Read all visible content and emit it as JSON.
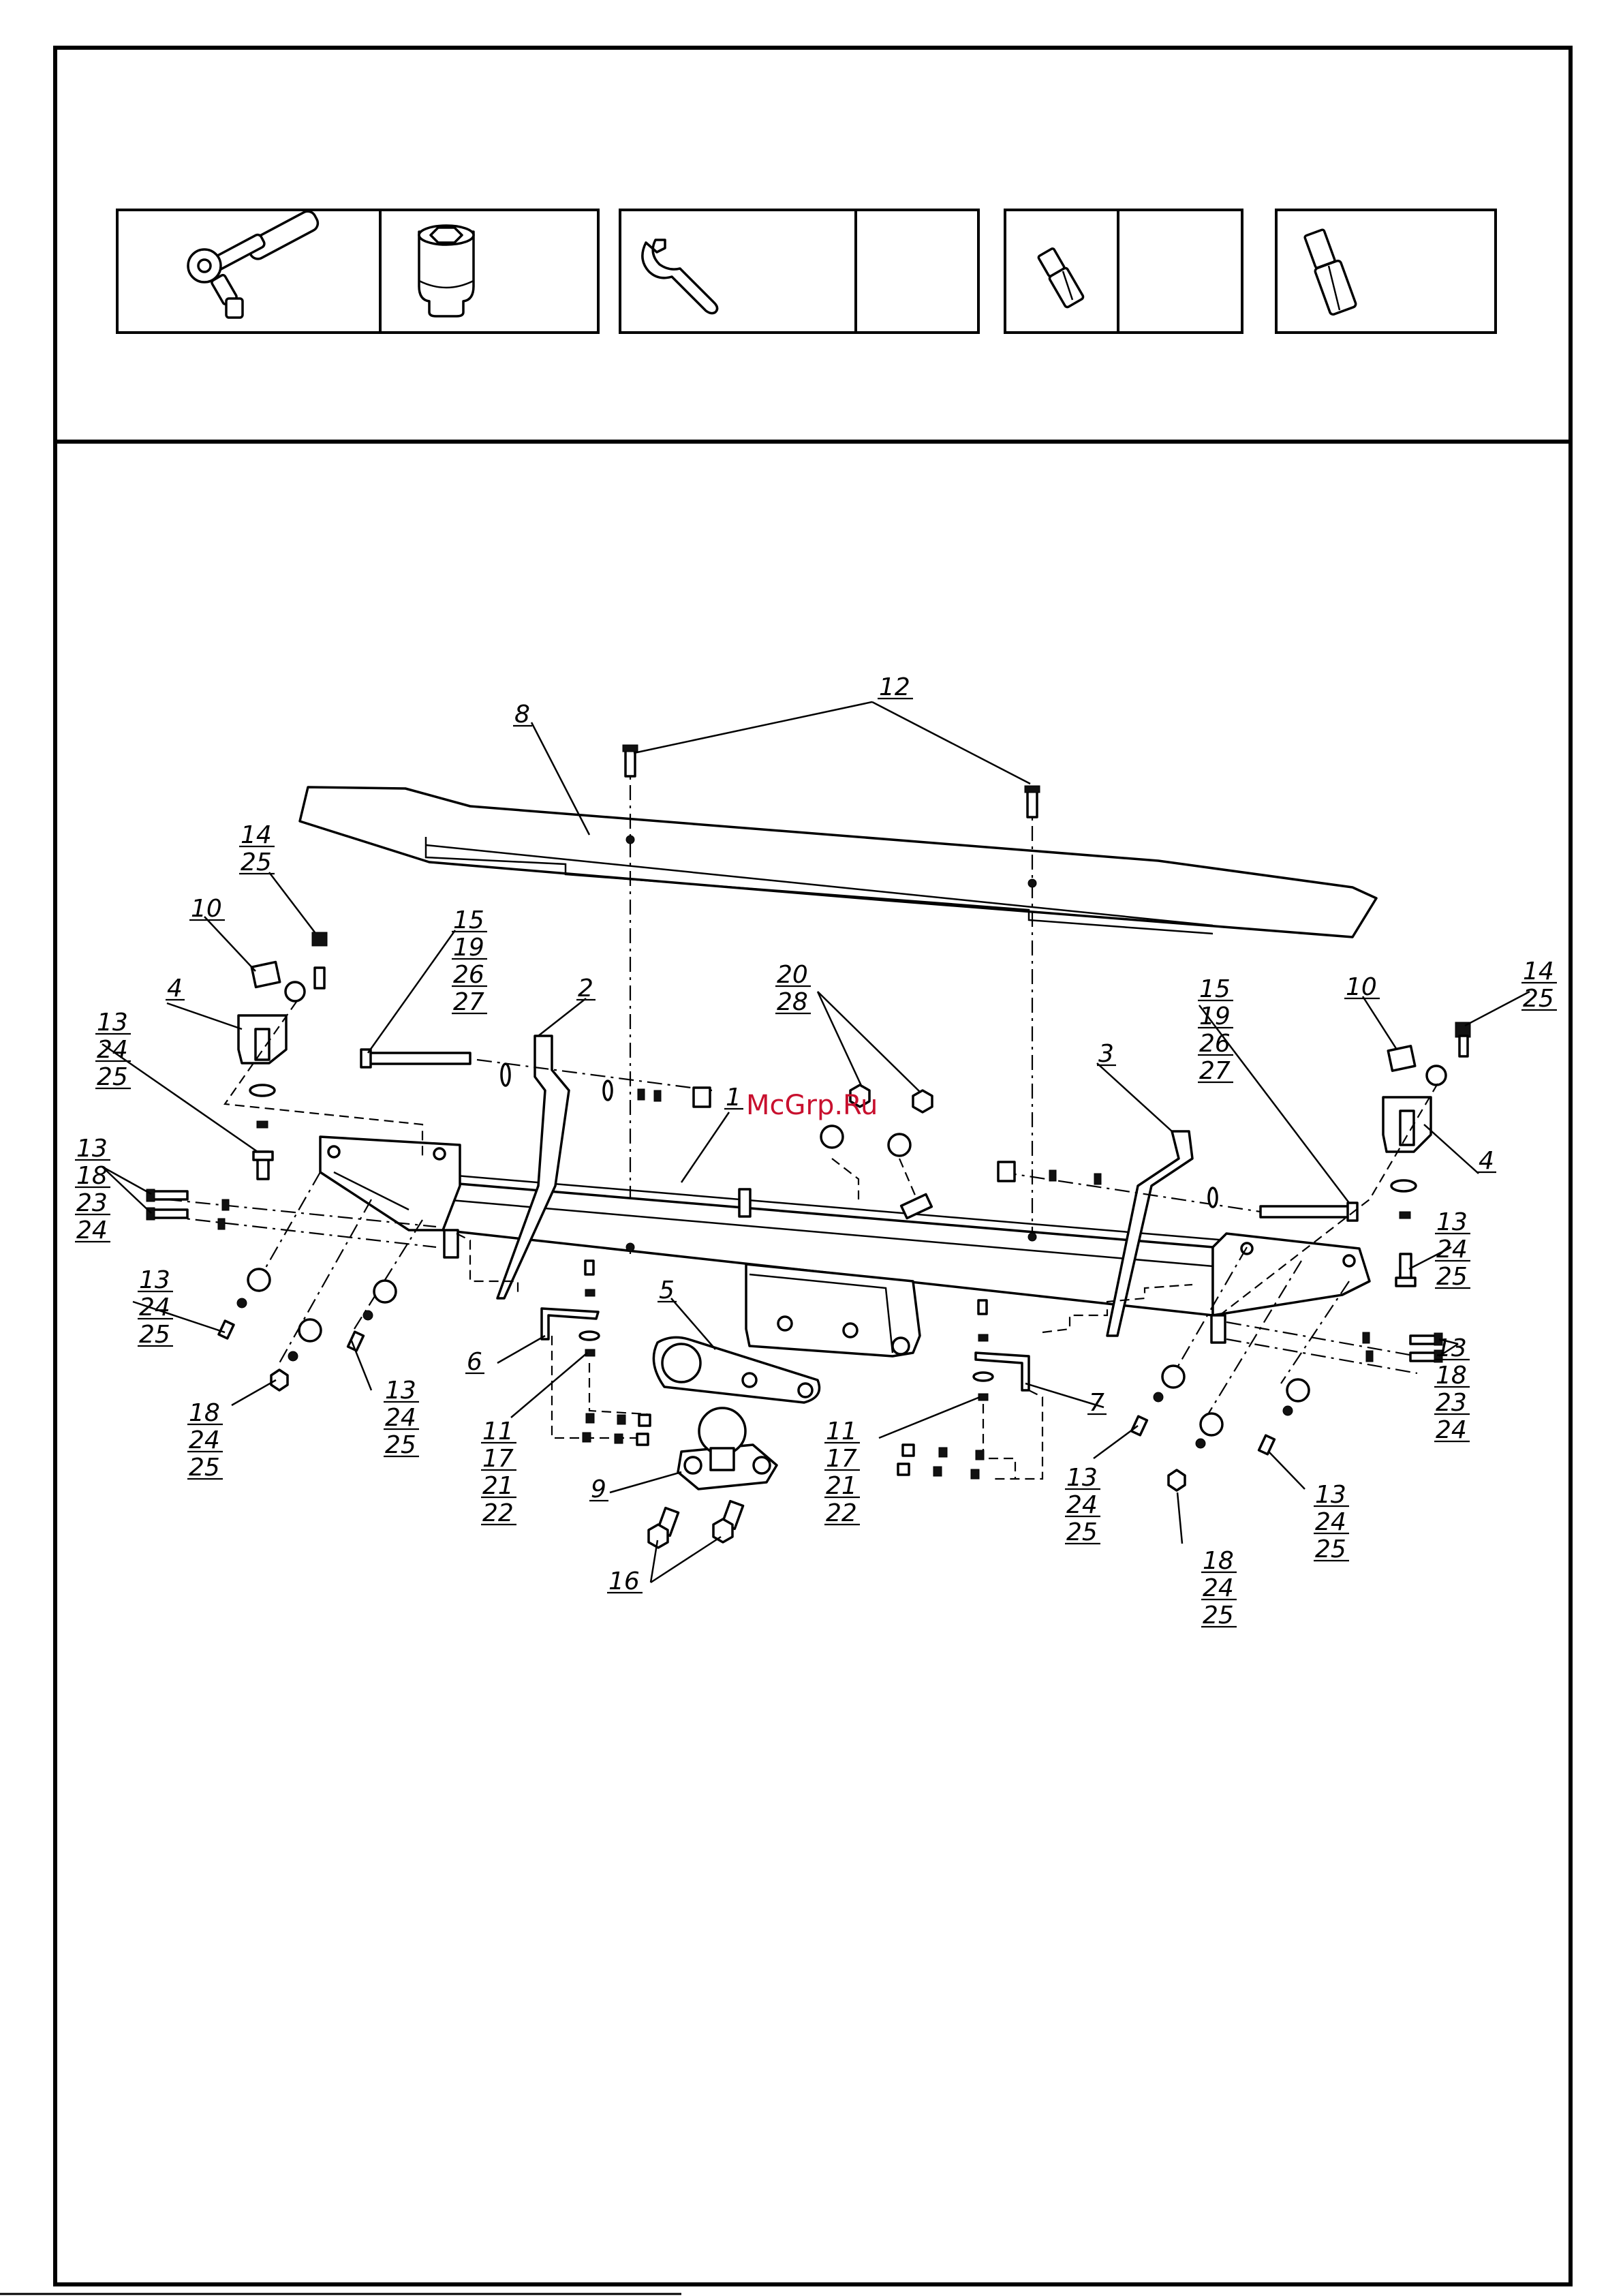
{
  "watermark": "McGrp.Ru",
  "tools": [
    {
      "icon": "ratchet-wrench-icon"
    },
    {
      "icon": "socket-head-icon"
    },
    {
      "icon": "open-end-wrench-icon"
    },
    {
      "icon": "empty"
    },
    {
      "icon": "screwdriver-bit-small-icon"
    },
    {
      "icon": "empty"
    },
    {
      "icon": "screwdriver-bit-large-icon"
    }
  ],
  "callouts": {
    "c12": [
      "12"
    ],
    "c8": [
      "8"
    ],
    "c14L": [
      "14",
      "25"
    ],
    "c10L": [
      "10"
    ],
    "c4L": [
      "4"
    ],
    "c15L": [
      "15",
      "19",
      "26",
      "27"
    ],
    "c2": [
      "2"
    ],
    "c13L1": [
      "13",
      "24",
      "25"
    ],
    "c20": [
      "20",
      "28"
    ],
    "c1": [
      "1"
    ],
    "c3": [
      "3"
    ],
    "c15R": [
      "15",
      "19",
      "26",
      "27"
    ],
    "c10R": [
      "10"
    ],
    "c14R": [
      "14",
      "25"
    ],
    "c4R": [
      "4"
    ],
    "c13L2": [
      "13",
      "18",
      "23",
      "24"
    ],
    "c13L3": [
      "13",
      "24",
      "25"
    ],
    "c18L": [
      "18",
      "24",
      "25"
    ],
    "c13L4": [
      "13",
      "24",
      "25"
    ],
    "c6": [
      "6"
    ],
    "c5": [
      "5"
    ],
    "c11L": [
      "11",
      "17",
      "21",
      "22"
    ],
    "c9": [
      "9"
    ],
    "c16": [
      "16"
    ],
    "c11R": [
      "11",
      "17",
      "21",
      "22"
    ],
    "c7": [
      "7"
    ],
    "c13R1": [
      "13",
      "24",
      "25"
    ],
    "c13R2": [
      "13",
      "18",
      "23",
      "24"
    ],
    "c13R3": [
      "13",
      "24",
      "25"
    ],
    "c13R4": [
      "13",
      "24",
      "25"
    ],
    "c18R": [
      "18",
      "24",
      "25"
    ]
  }
}
